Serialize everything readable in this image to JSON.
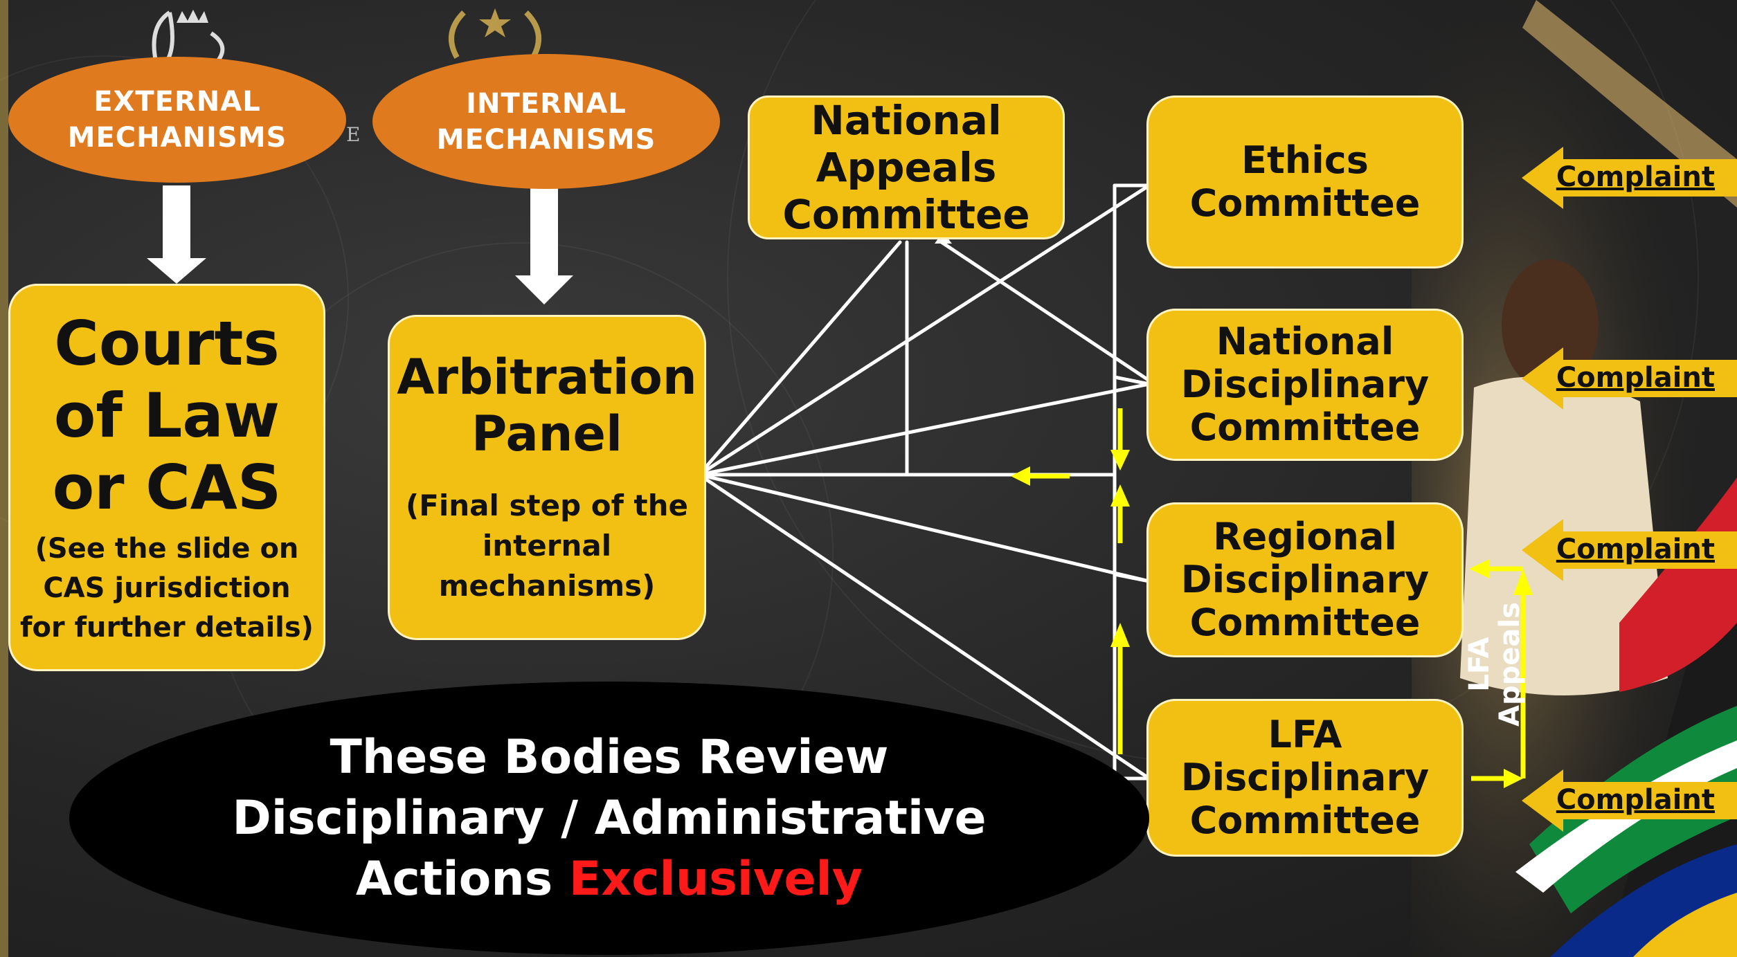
{
  "ovals": {
    "external": [
      "EXTERNAL",
      "MECHANISMS"
    ],
    "internal": [
      "INTERNAL",
      "MECHANISMS"
    ]
  },
  "boxes": {
    "courts": {
      "title": [
        "Courts",
        "of Law",
        "or CAS"
      ],
      "note": [
        "(See the slide on",
        "CAS jurisdiction",
        "for further details)"
      ]
    },
    "arbitration": {
      "title": [
        "Arbitration",
        "Panel"
      ],
      "note": [
        "(Final step of the",
        "internal",
        "mechanisms)"
      ]
    },
    "national_appeals": [
      "National",
      "Appeals",
      "Committee"
    ],
    "ethics": [
      "Ethics",
      "Committee"
    ],
    "national_disciplinary": [
      "National",
      "Disciplinary",
      "Committee"
    ],
    "regional_disciplinary": [
      "Regional",
      "Disciplinary",
      "Committee"
    ],
    "lfa_disciplinary": [
      "LFA Disciplinary",
      "Committee"
    ]
  },
  "complaint_label": "Complaint",
  "lfa_appeals": [
    "LFA",
    "Appeals"
  ],
  "footer": {
    "line1": "These Bodies Review",
    "line2": "Disciplinary  / Administrative",
    "line3_plain": "Actions ",
    "line3_highlight": "Exclusively"
  },
  "colors": {
    "orange": "#e07a1e",
    "gold": "#f2c012",
    "yellow_arrow": "#ffff00",
    "red_text": "#ff1a1a"
  }
}
